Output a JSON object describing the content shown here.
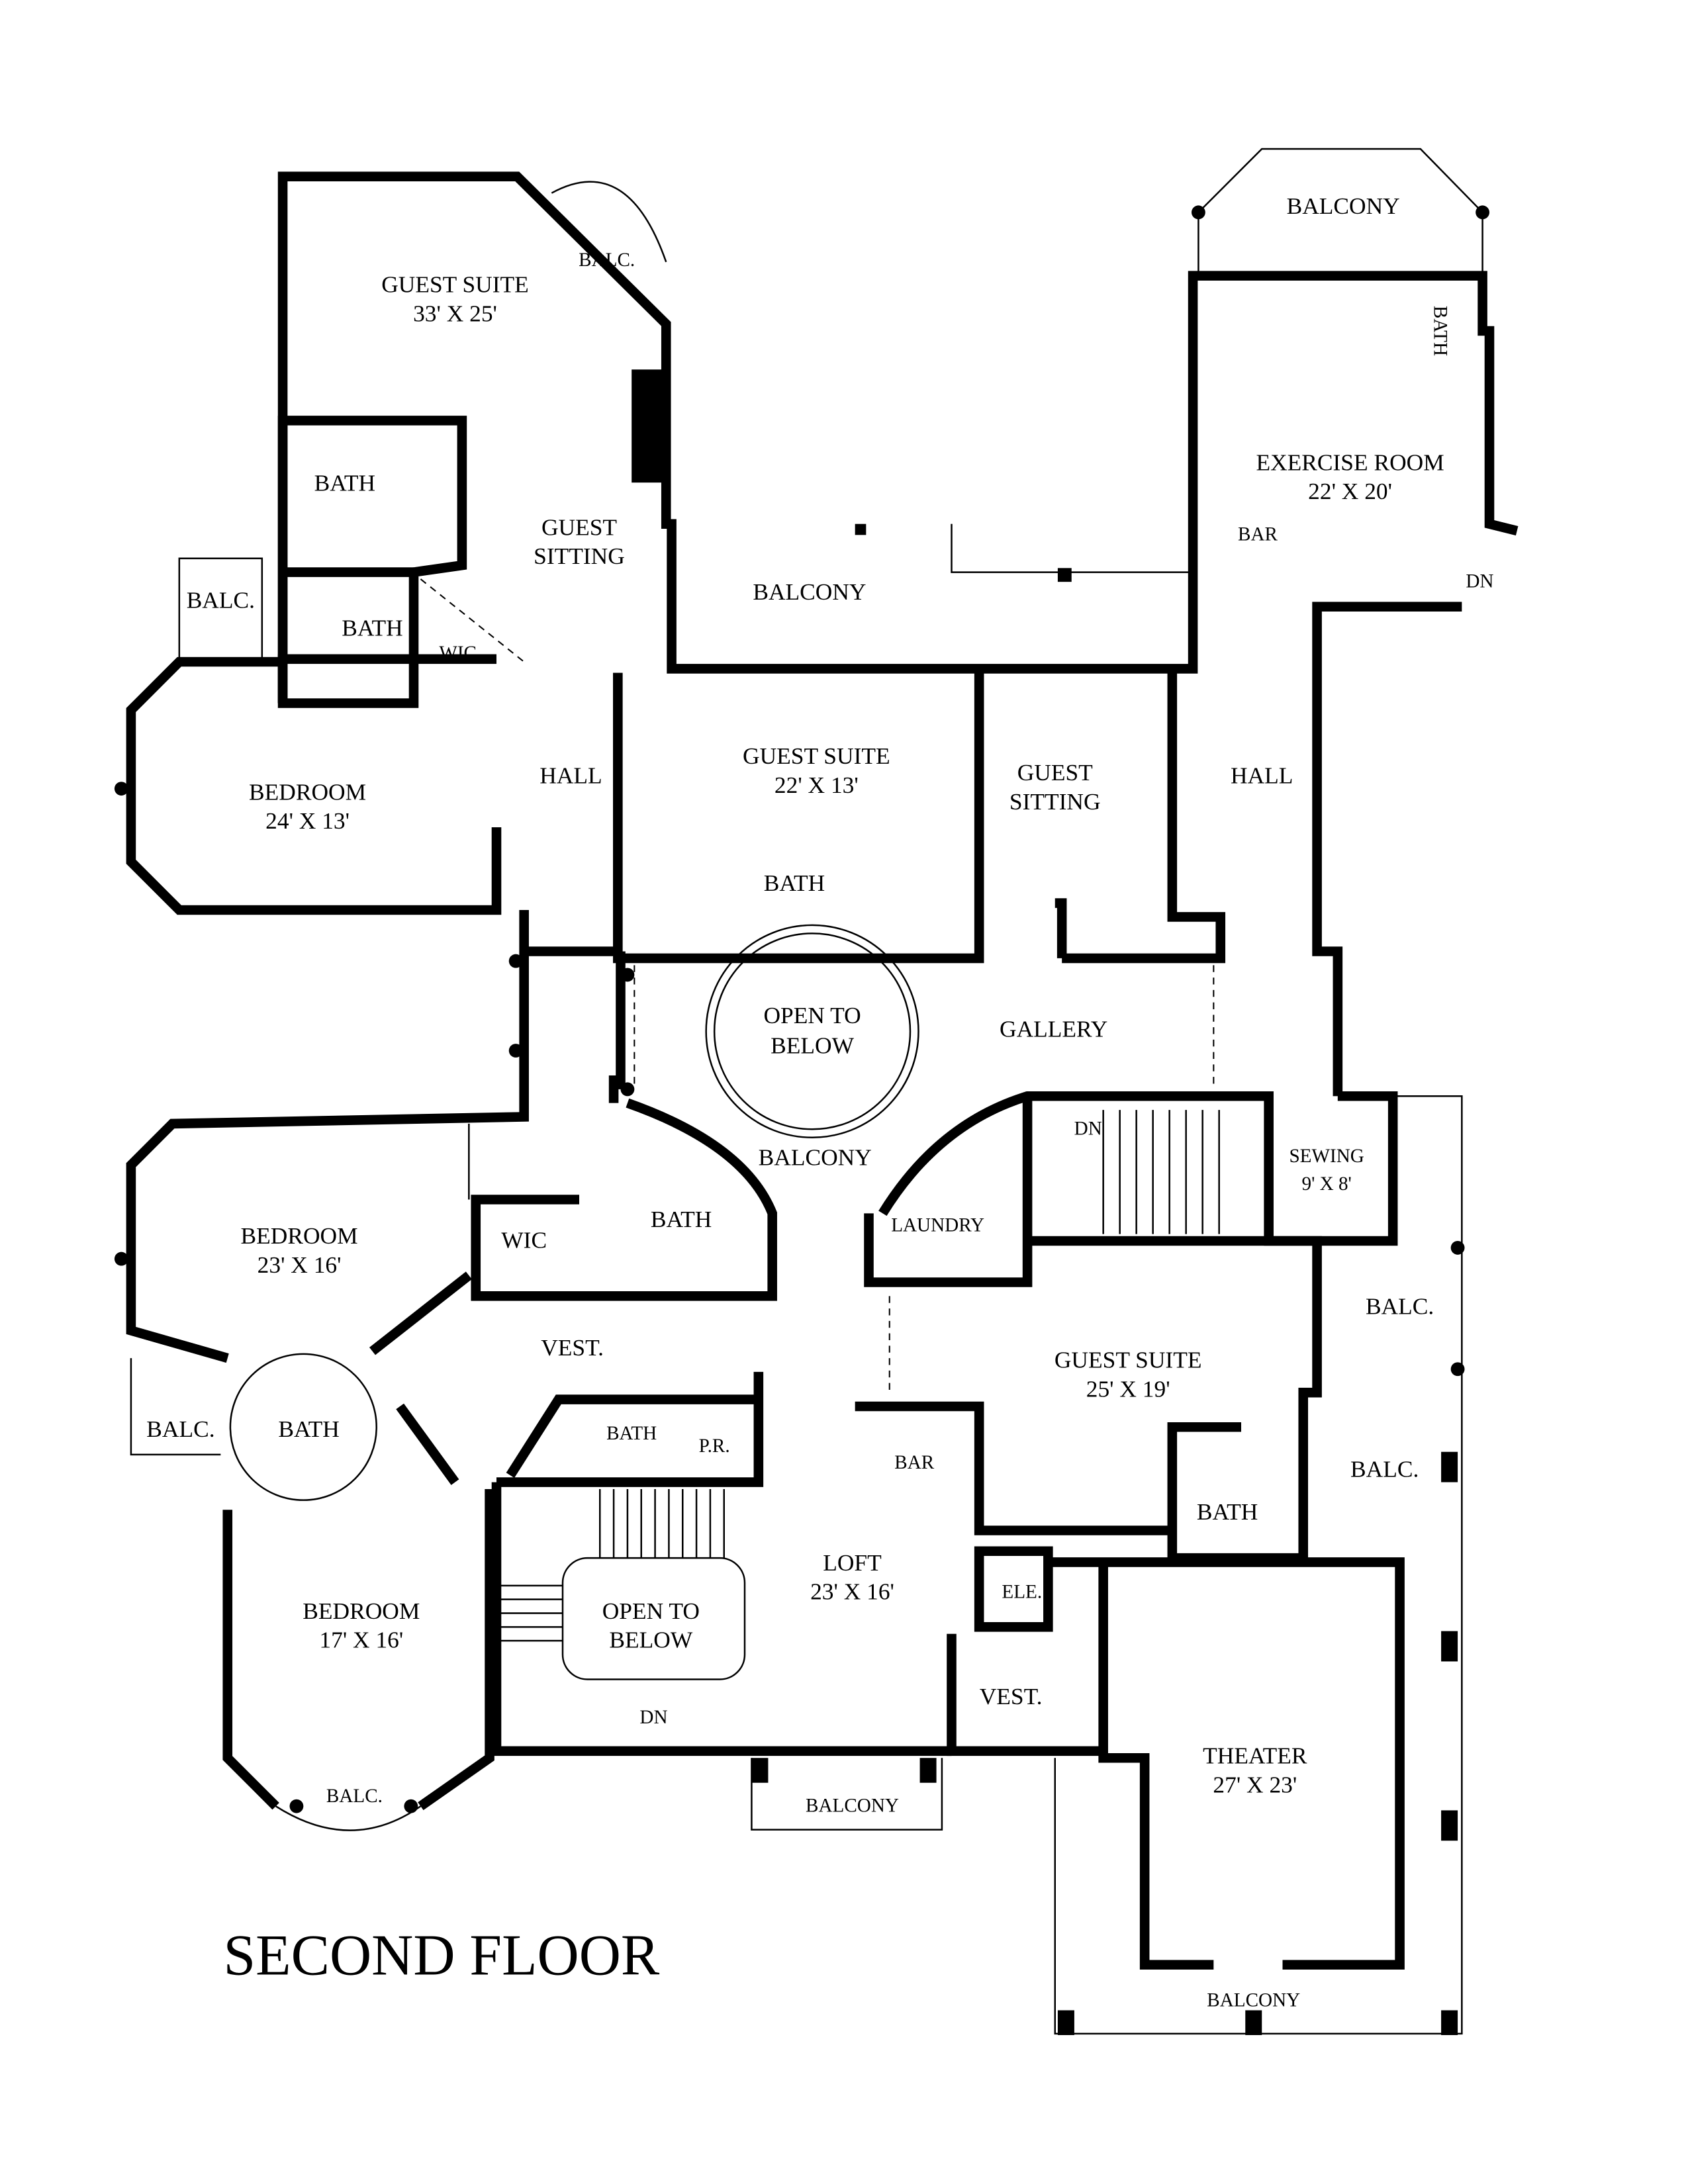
{
  "title": "SECOND FLOOR",
  "rooms": [
    {
      "name": "GUEST SUITE",
      "size": "33' X 25'"
    },
    {
      "name": "BALC."
    },
    {
      "name": "BATH"
    },
    {
      "name": "GUEST",
      "name2": "SITTING"
    },
    {
      "name": "BALC."
    },
    {
      "name": "BATH"
    },
    {
      "name": "WIC"
    },
    {
      "name": "BALCONY"
    },
    {
      "name": "BALCONY"
    },
    {
      "name": "BATH"
    },
    {
      "name": "EXERCISE ROOM",
      "size": "22' X 20'"
    },
    {
      "name": "BAR"
    },
    {
      "name": "DN"
    },
    {
      "name": "BEDROOM",
      "size": "24' X 13'"
    },
    {
      "name": "HALL"
    },
    {
      "name": "GUEST SUITE",
      "size": "22' X 13'"
    },
    {
      "name": "GUEST",
      "name2": "SITTING"
    },
    {
      "name": "HALL"
    },
    {
      "name": "BATH"
    },
    {
      "name": "OPEN TO",
      "name2": "BELOW"
    },
    {
      "name": "GALLERY"
    },
    {
      "name": "BALCONY"
    },
    {
      "name": "DN"
    },
    {
      "name": "SEWING",
      "size": "9' X 8'"
    },
    {
      "name": "LAUNDRY"
    },
    {
      "name": "BEDROOM",
      "size": "23' X 16'"
    },
    {
      "name": "WIC"
    },
    {
      "name": "BATH"
    },
    {
      "name": "VEST."
    },
    {
      "name": "BALC."
    },
    {
      "name": "GUEST SUITE",
      "size": "25' X 19'"
    },
    {
      "name": "BALC."
    },
    {
      "name": "BATH"
    },
    {
      "name": "BATH"
    },
    {
      "name": "P.R."
    },
    {
      "name": "BAR"
    },
    {
      "name": "BALC."
    },
    {
      "name": "BATH"
    },
    {
      "name": "LOFT",
      "size": "23' X 16'"
    },
    {
      "name": "ELE."
    },
    {
      "name": "OPEN TO",
      "name2": "BELOW"
    },
    {
      "name": "BEDROOM",
      "size": "17' X 16'"
    },
    {
      "name": "DN"
    },
    {
      "name": "VEST."
    },
    {
      "name": "THEATER",
      "size": "27' X 23'"
    },
    {
      "name": "BALC."
    },
    {
      "name": "BALCONY"
    },
    {
      "name": "BALCONY"
    }
  ]
}
